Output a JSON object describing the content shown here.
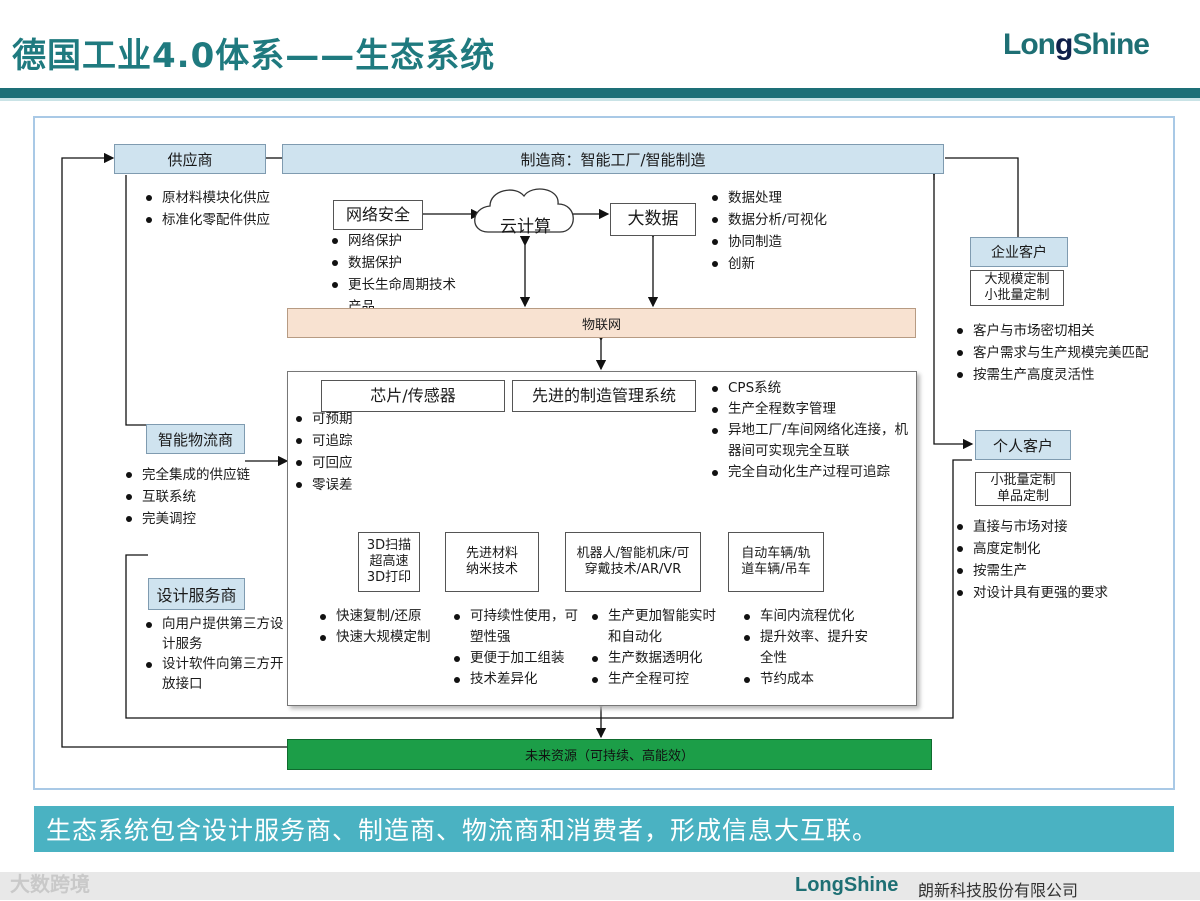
{
  "header": {
    "title": "德国工业4.0体系——生态系统",
    "logo_left": "Lon",
    "logo_s": "g",
    "logo_right": "Shine"
  },
  "suppliers": {
    "label": "供应商",
    "items": [
      "原材料模块化供应",
      "标准化零配件供应"
    ]
  },
  "manufacturer": {
    "label": "制造商：智能工厂/智能制造"
  },
  "network_security": {
    "label": "网络安全",
    "items": [
      "网络保护",
      "数据保护",
      "更长生命周期技术",
      "产品"
    ]
  },
  "cloud": {
    "label": "云计算"
  },
  "big_data": {
    "label": "大数据",
    "items": [
      "数据处理",
      "数据分析/可视化",
      "协同制造",
      "创新"
    ]
  },
  "iot": {
    "label": "物联网"
  },
  "enterprise_customer": {
    "label": "企业客户",
    "sub": [
      "大规模定制",
      "小批量定制"
    ],
    "items": [
      "客户与市场密切相关",
      "客户需求与生产规模完美匹配",
      "按需生产高度灵活性"
    ]
  },
  "individual_customer": {
    "label": "个人客户",
    "sub": [
      "小批量定制",
      "单品定制"
    ],
    "items": [
      "直接与市场对接",
      "高度定制化",
      "按需生产",
      "对设计具有更强的要求"
    ]
  },
  "logistics": {
    "label": "智能物流商",
    "items": [
      "完全集成的供应链",
      "互联系统",
      "完美调控"
    ]
  },
  "design": {
    "label": "设计服务商",
    "items": [
      "向用户提供第三方设计服务",
      "设计软件向第三方开放接口"
    ]
  },
  "factory": {
    "chip": "芯片/传感器",
    "mgmt": "先进的制造管理系统",
    "left_items": [
      "可预期",
      "可追踪",
      "可回应",
      "零误差"
    ],
    "right_items": [
      "CPS系统",
      "生产全程数字管理",
      "异地工厂/车间网络化连接，机器间可实现完全互联",
      "完全自动化生产过程可追踪"
    ],
    "tech": [
      {
        "label": "3D扫描\n超高速\n3D打印",
        "items": [
          "快速复制/还原",
          "快速大规模定制"
        ]
      },
      {
        "label": "先进材料\n纳米技术",
        "items": [
          "可持续性使用，可塑性强",
          "更便于加工组装",
          "技术差异化"
        ]
      },
      {
        "label": "机器人/智能机床/可\n穿戴技术/AR/VR",
        "items": [
          "生产更加智能实时和自动化",
          "生产数据透明化",
          "生产全程可控"
        ]
      },
      {
        "label": "自动车辆/轨\n道车辆/吊车",
        "items": [
          "车间内流程优化",
          "提升效率、提升安全性",
          "节约成本"
        ]
      }
    ]
  },
  "future_resources": {
    "label": "未来资源（可持续、高能效）"
  },
  "banner": {
    "text": "生态系统包含设计服务商、制造商、物流商和消费者，形成信息大互联。"
  },
  "footer": {
    "watermark": "大数跨境",
    "company": "朗新科技股份有限公司",
    "logo": "LongShine"
  },
  "colors": {
    "title": "#1f7a7f",
    "topbar": "#1d6f77",
    "header_box": "#cfe3ef",
    "iot": "#f8e2d1",
    "future": "#1c9e48",
    "banner": "#4ab2c2"
  }
}
